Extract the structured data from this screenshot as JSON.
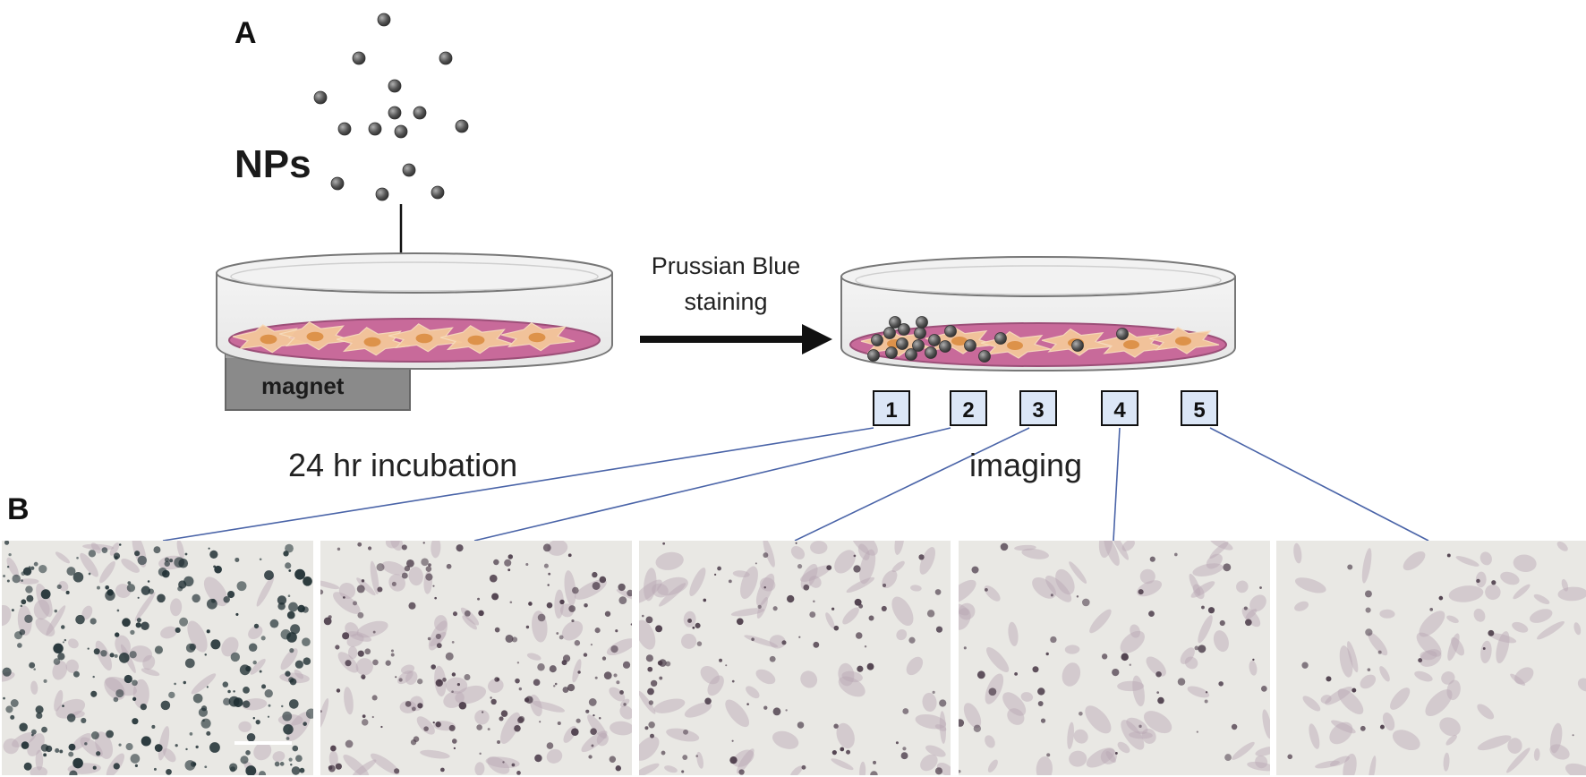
{
  "panels": {
    "a_label": "A",
    "b_label": "B"
  },
  "nps_label": "NPs",
  "magnet_label": "magnet",
  "staining_label_line1": "Prussian Blue",
  "staining_label_line2": "staining",
  "incubation_label": "24 hr incubation",
  "imaging_label": "imaging",
  "regions": [
    "1",
    "2",
    "3",
    "4",
    "5"
  ],
  "colors": {
    "medium": "#c86a9a",
    "cell": "#f4c79a",
    "nucleus": "#d98a3c",
    "nanoparticle": "#555555",
    "connector": "#4a64a8",
    "box_fill": "#dbe6f6",
    "magnet": "#8a8a8a"
  }
}
